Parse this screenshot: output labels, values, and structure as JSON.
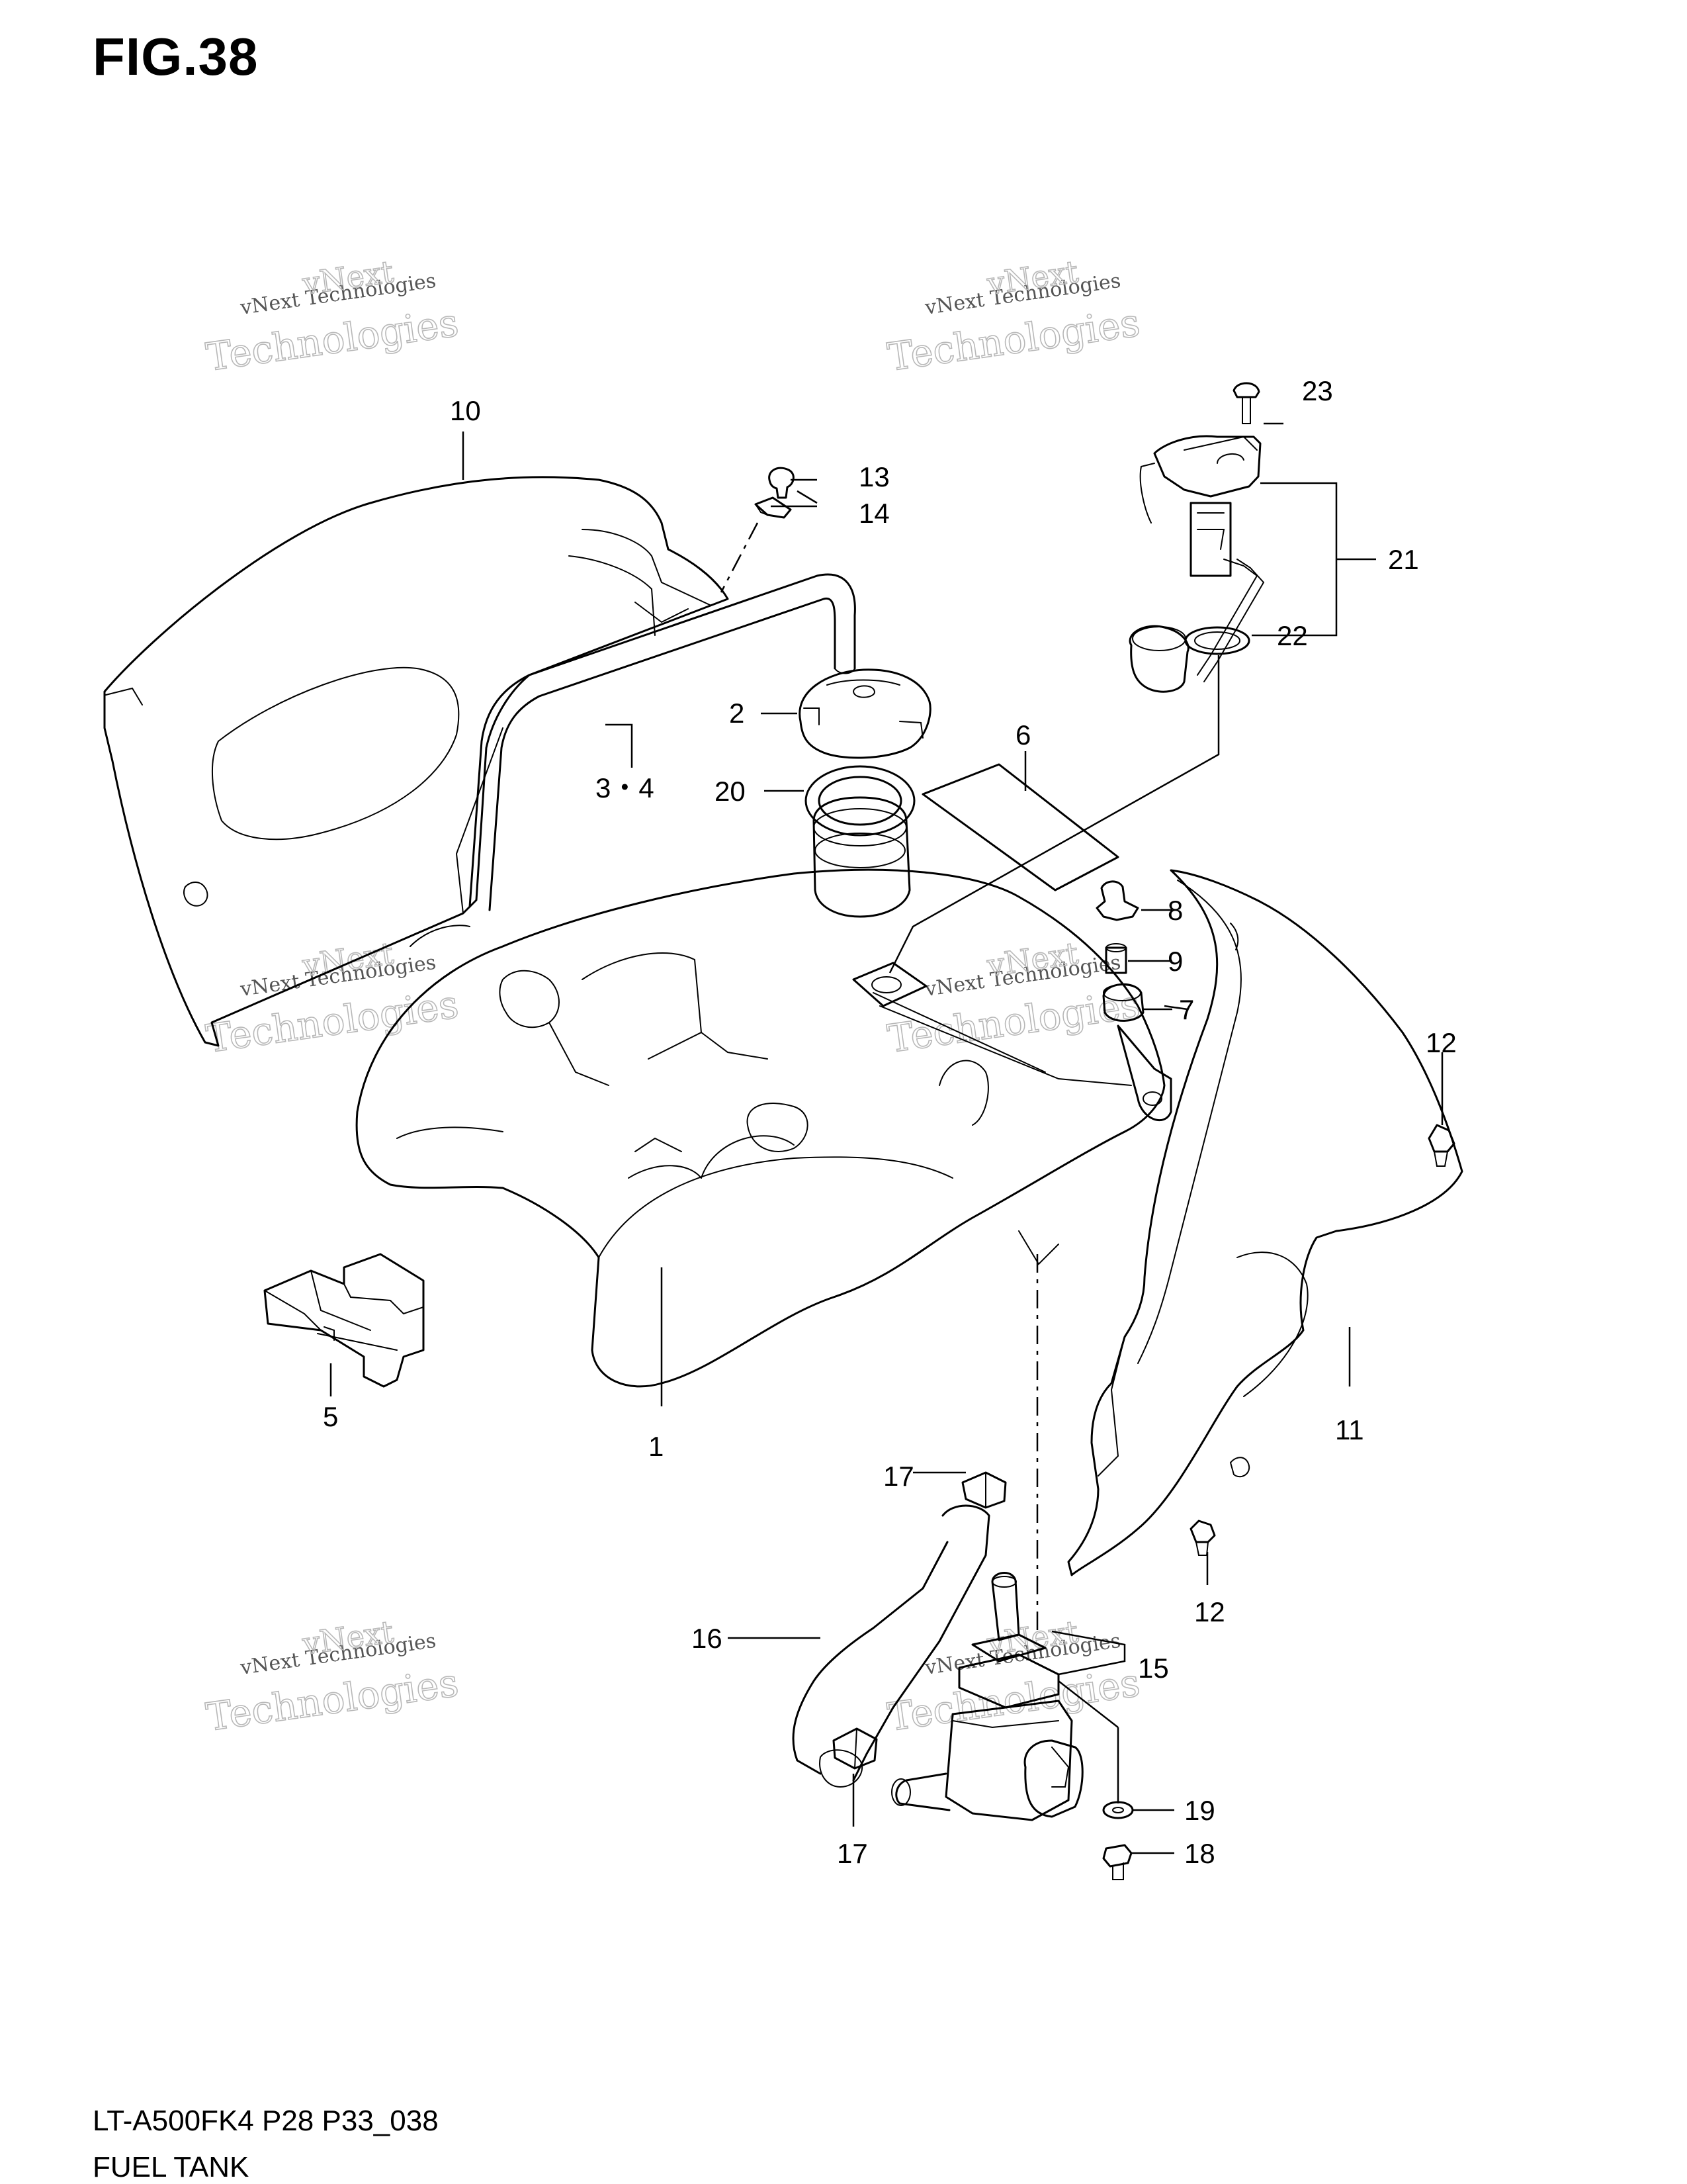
{
  "figure": {
    "title": "FIG.38",
    "model_code": "LT-A500FK4 P28 P33_038",
    "section_name": "FUEL TANK"
  },
  "watermark": {
    "line1": "vNext Technologies",
    "line2": "vNext",
    "line3": "Technologies"
  },
  "callouts": {
    "c1": "1",
    "c2": "2",
    "c3_4": "3・4",
    "c5": "5",
    "c6": "6",
    "c7": "7",
    "c8": "8",
    "c9": "9",
    "c10": "10",
    "c11": "11",
    "c12a": "12",
    "c12b": "12",
    "c13": "13",
    "c14": "14",
    "c15": "15",
    "c16": "16",
    "c17a": "17",
    "c17b": "17",
    "c18": "18",
    "c19": "19",
    "c20": "20",
    "c21": "21",
    "c22": "22",
    "c23": "23"
  }
}
